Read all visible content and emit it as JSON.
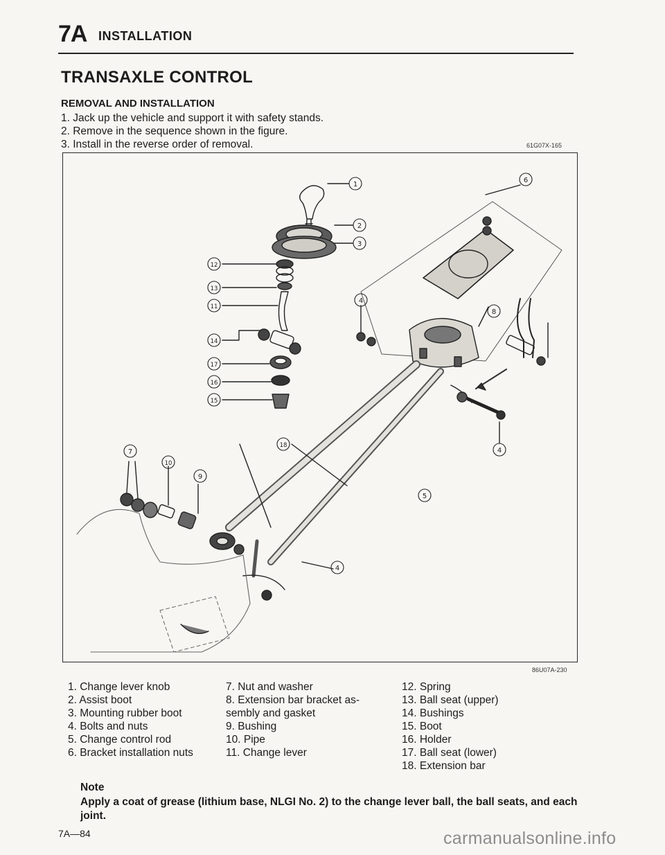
{
  "header": {
    "section_number": "7A",
    "section_title": "INSTALLATION"
  },
  "title": "TRANSAXLE CONTROL",
  "subheading": "REMOVAL AND INSTALLATION",
  "steps": [
    "1. Jack up the vehicle and support it with safety stands.",
    "2. Remove in the sequence shown in the figure.",
    "3. Install in the reverse order of removal."
  ],
  "figure": {
    "code_top": "61G07X-165",
    "code_bottom": "86U07A-230",
    "callouts": [
      "1",
      "2",
      "3",
      "4",
      "5",
      "6",
      "7",
      "8",
      "9",
      "10",
      "11",
      "12",
      "13",
      "14",
      "15",
      "16",
      "17",
      "18"
    ]
  },
  "legend": {
    "col1": [
      "1. Change lever knob",
      "2. Assist boot",
      "3. Mounting rubber boot",
      "4. Bolts and nuts",
      "5. Change control rod",
      "6. Bracket installation nuts"
    ],
    "col2": [
      "7. Nut and washer",
      "8. Extension bar bracket as-",
      "sembly and gasket",
      "9. Bushing",
      "10. Pipe",
      "11. Change lever"
    ],
    "col3": [
      "12. Spring",
      "13. Ball seat (upper)",
      "14. Bushings",
      "15. Boot",
      "16. Holder",
      "17. Ball seat (lower)",
      "18. Extension bar"
    ]
  },
  "note": {
    "heading": "Note",
    "text": "Apply a coat of grease (lithium base, NLGI No. 2) to the change lever ball, the ball seats, and each joint."
  },
  "page_number": "7A—84",
  "watermark": "carmanualsonline.info"
}
